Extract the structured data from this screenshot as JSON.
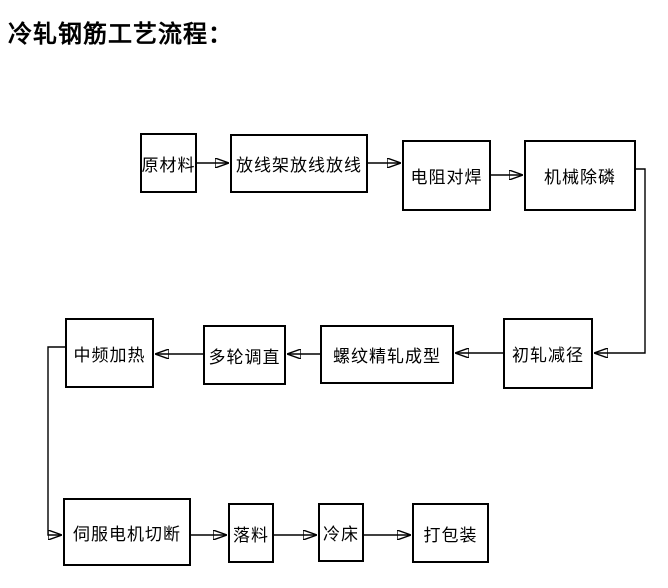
{
  "title": "冷轧钢筋工艺流程：",
  "flowchart": {
    "colors": {
      "line": "#000000",
      "background": "#ffffff",
      "text": "#000000"
    },
    "nodes": [
      {
        "id": "raw-material",
        "label": "原材料"
      },
      {
        "id": "payoff-stand",
        "label": "放线架放线放线"
      },
      {
        "id": "resistance-butt-welding",
        "label": "电阻对焊"
      },
      {
        "id": "mechanical-descaling",
        "label": "机械除磷"
      },
      {
        "id": "initial-rolling-reduction",
        "label": "初轧减径"
      },
      {
        "id": "thread-precision-rolling",
        "label": "螺纹精轧成型"
      },
      {
        "id": "multi-wheel-straightening",
        "label": "多轮调直"
      },
      {
        "id": "mf-induction-heating",
        "label": "中频加热"
      },
      {
        "id": "servo-motor-cutting",
        "label": "伺服电机切断"
      },
      {
        "id": "blanking",
        "label": "落料"
      },
      {
        "id": "cooling-bed",
        "label": "冷床"
      },
      {
        "id": "packing",
        "label": "打包装"
      }
    ],
    "edges": [
      {
        "from": "raw-material",
        "to": "payoff-stand"
      },
      {
        "from": "payoff-stand",
        "to": "resistance-butt-welding"
      },
      {
        "from": "resistance-butt-welding",
        "to": "mechanical-descaling"
      },
      {
        "from": "mechanical-descaling",
        "to": "initial-rolling-reduction"
      },
      {
        "from": "initial-rolling-reduction",
        "to": "thread-precision-rolling"
      },
      {
        "from": "thread-precision-rolling",
        "to": "multi-wheel-straightening"
      },
      {
        "from": "multi-wheel-straightening",
        "to": "mf-induction-heating"
      },
      {
        "from": "mf-induction-heating",
        "to": "servo-motor-cutting"
      },
      {
        "from": "servo-motor-cutting",
        "to": "blanking"
      },
      {
        "from": "blanking",
        "to": "cooling-bed"
      },
      {
        "from": "cooling-bed",
        "to": "packing"
      }
    ]
  }
}
